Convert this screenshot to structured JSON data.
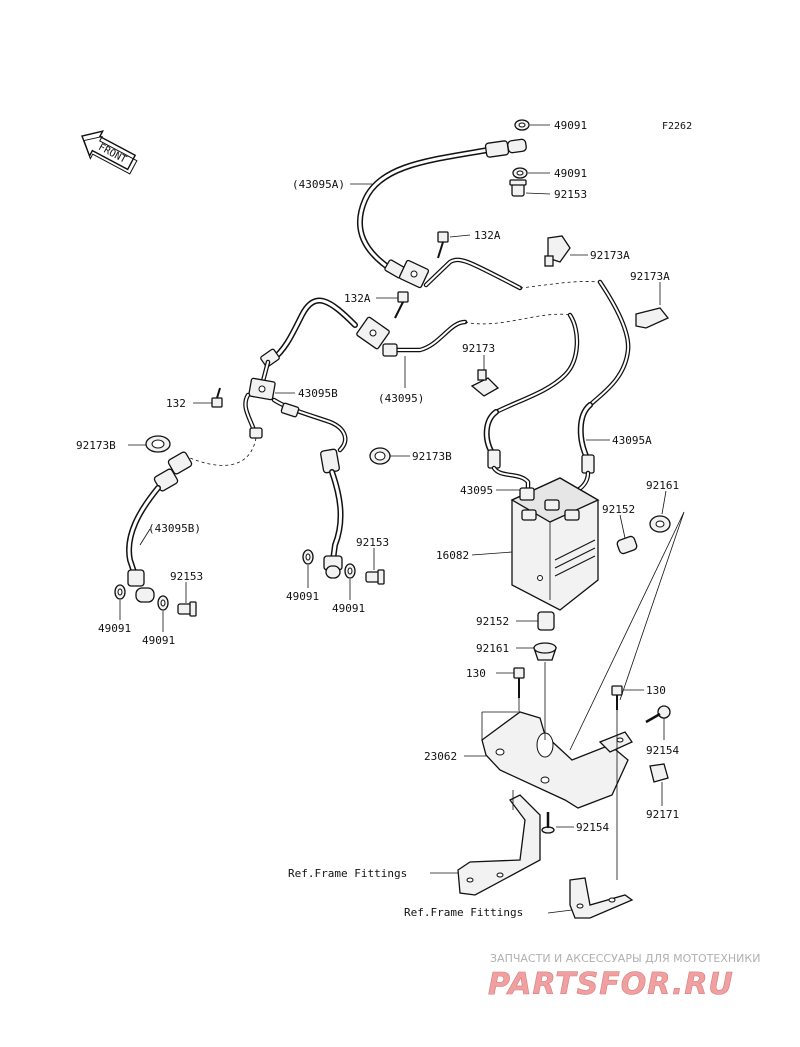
{
  "figure_code": "F2262",
  "front_arrow": {
    "label": "FRONT"
  },
  "labels": {
    "p49091_top": "49091",
    "p49091_top2": "49091",
    "p92153_top": "92153",
    "p43095A_paren": "(43095A)",
    "p132A_1": "132A",
    "p92173A_1": "92173A",
    "p92173A_2": "92173A",
    "p132A_2": "132A",
    "p92173": "92173",
    "p43095_paren": "(43095)",
    "p132": "132",
    "p43095B": "43095B",
    "p43095A": "43095A",
    "p92173B_left": "92173B",
    "p92173B_mid": "92173B",
    "p43095": "43095",
    "p92161_right": "92161",
    "p92152_right": "92152",
    "p43095B_paren": "(43095B)",
    "p92153_mid": "92153",
    "p16082": "16082",
    "p49091_mid_l": "49091",
    "p49091_mid_r": "49091",
    "p92153_left": "92153",
    "p49091_left_l": "49091",
    "p49091_left_r": "49091",
    "p92152_bottom": "92152",
    "p92161_bottom": "92161",
    "p130_left": "130",
    "p130_right": "130",
    "p92154_right": "92154",
    "p23062": "23062",
    "p92171": "92171",
    "p92154_bottom": "92154",
    "ref_frame_1": "Ref.Frame Fittings",
    "ref_frame_2": "Ref.Frame Fittings"
  },
  "watermark": {
    "subtitle": "ЗАПЧАСТИ И АКСЕССУАРЫ ДЛЯ МОТОТЕХНИКИ",
    "brand": "PARTSFOR.RU"
  }
}
